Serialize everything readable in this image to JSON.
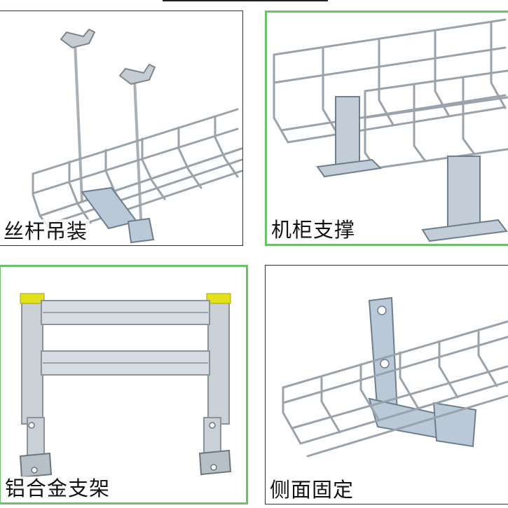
{
  "panels": [
    {
      "id": "rod-hanging",
      "caption": "丝杆吊装",
      "icon": "wire-tray-threaded-rod-hanger"
    },
    {
      "id": "cabinet-support",
      "caption": "机柜支撑",
      "icon": "wire-tray-cabinet-bracket"
    },
    {
      "id": "aluminum-bracket",
      "caption": "铝合金支架",
      "icon": "aluminum-ladder-bracket"
    },
    {
      "id": "side-mount",
      "caption": "侧面固定",
      "icon": "wire-tray-side-wall-bracket"
    }
  ],
  "colors": {
    "frame_green": "#6ac36b",
    "frame_dark": "#333333",
    "wire_silver": "#9aa3ab",
    "metal_blue": "#b9c9d8",
    "cap_yellow": "#e3e21a"
  }
}
